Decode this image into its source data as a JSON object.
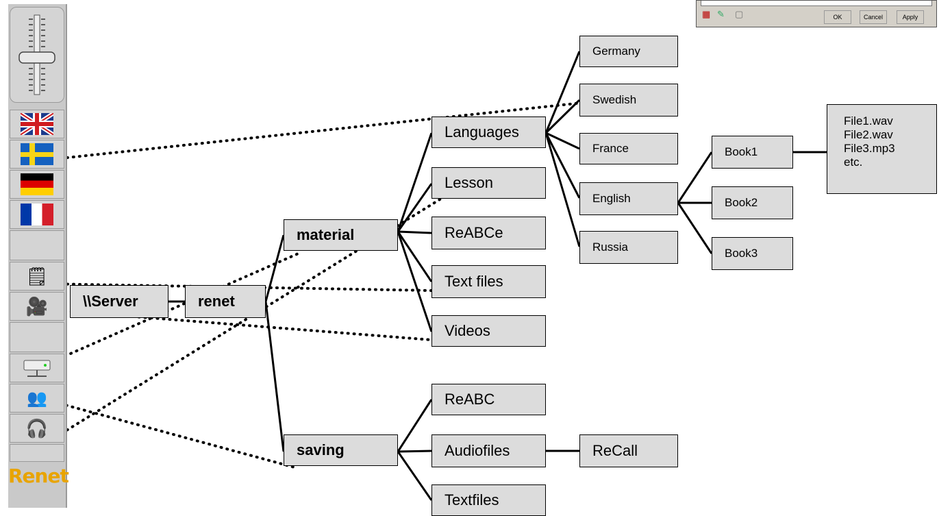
{
  "toolbar": {
    "buttons": [
      "volume-slider",
      "flag-uk",
      "flag-sweden",
      "flag-germany",
      "flag-france",
      "blank",
      "notepad",
      "projector",
      "blank",
      "server",
      "users",
      "headset",
      "blank"
    ],
    "logo": "Renet",
    "colors": {
      "panel": "#c9c9c9",
      "logo": "#e8a400"
    }
  },
  "dialog": {
    "ok": "OK",
    "cancel": "Cancel",
    "apply": "Apply"
  },
  "tree": {
    "server": "\\\\Server",
    "renet": "renet",
    "material": "material",
    "saving": "saving",
    "material_children": [
      "Languages",
      "Lesson",
      "ReABCe",
      "Text files",
      "Videos"
    ],
    "languages_children": [
      "Germany",
      "Swedish",
      "France",
      "English",
      "Russia"
    ],
    "english_children": [
      "Book1",
      "Book2",
      "Book3"
    ],
    "book1_files": [
      "File1.wav",
      "File2.wav",
      "File3.mp3",
      "etc."
    ],
    "saving_children": [
      "ReABC",
      "Audiofiles",
      "Textfiles"
    ],
    "recall": "ReCall"
  }
}
